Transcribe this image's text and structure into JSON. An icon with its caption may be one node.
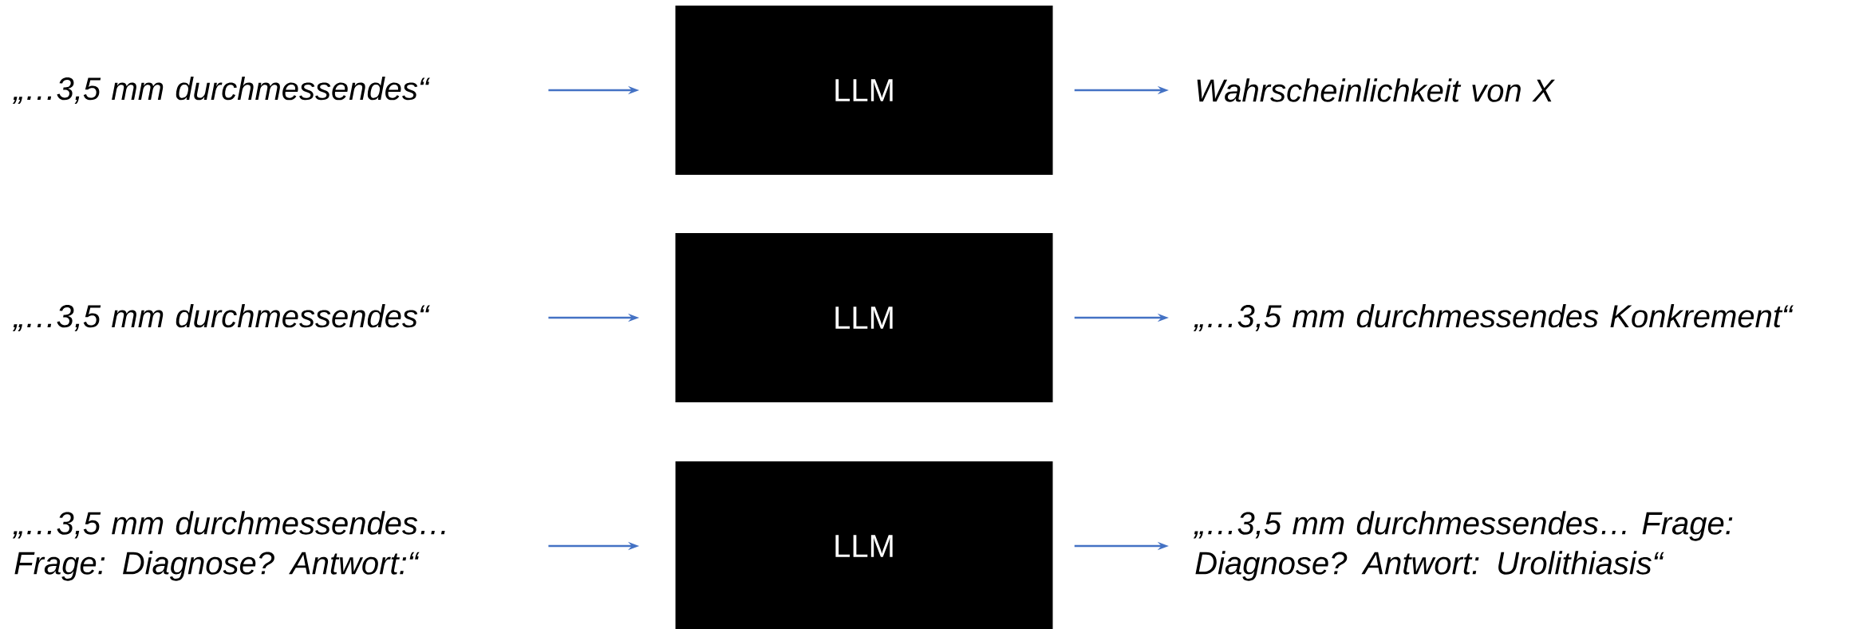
{
  "diagram": {
    "nodes": [
      {
        "text": [
          "„…3,5 mm durchmessendes“"
        ]
      },
      {
        "text": [
          "LLM"
        ]
      },
      {
        "text": [
          "Wahrscheinlichkeit von X"
        ]
      },
      {
        "text": [
          "„…3,5 mm durchmessendes“"
        ]
      },
      {
        "text": [
          "LLM"
        ]
      },
      {
        "text": [
          "„…3,5 mm durchmessendes Konkrement“"
        ]
      },
      {
        "text": [
          "„…3,5 mm durchmessendes… Frage: Diagnose? Antwort:“"
        ]
      },
      {
        "text": [
          "LLM"
        ]
      },
      {
        "text": [
          "„…3,5 mm durchmessendes… Frage: Diagnose? Antwort: Urolithiasis“"
        ]
      }
    ],
    "edges": [
      {
        "from": 0,
        "to": 1,
        "arrow": "to"
      },
      {
        "from": 1,
        "to": 2,
        "arrow": "to"
      },
      {
        "from": 3,
        "to": 4,
        "arrow": "to"
      },
      {
        "from": 4,
        "to": 5,
        "arrow": "to"
      },
      {
        "from": 6,
        "to": 7,
        "arrow": "to"
      },
      {
        "from": 7,
        "to": 8,
        "arrow": "to"
      }
    ]
  }
}
